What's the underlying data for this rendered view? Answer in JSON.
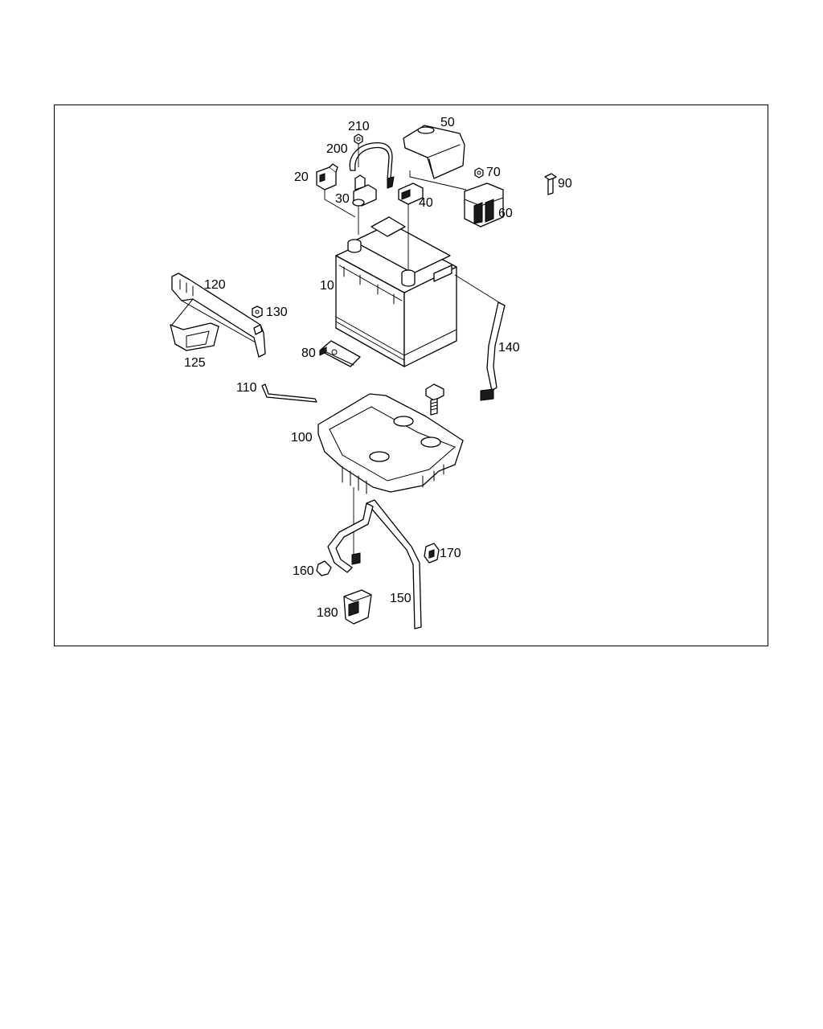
{
  "diagram": {
    "callouts": {
      "c10": "10",
      "c20": "20",
      "c30": "30",
      "c40": "40",
      "c50": "50",
      "c60": "60",
      "c70": "70",
      "c80": "80",
      "c90": "90",
      "c100": "100",
      "c110": "110",
      "c120": "120",
      "c125": "125",
      "c130": "130",
      "c140": "140",
      "c150": "150",
      "c160": "160",
      "c170": "170",
      "c180": "180",
      "c200": "200",
      "c210": "210"
    }
  }
}
